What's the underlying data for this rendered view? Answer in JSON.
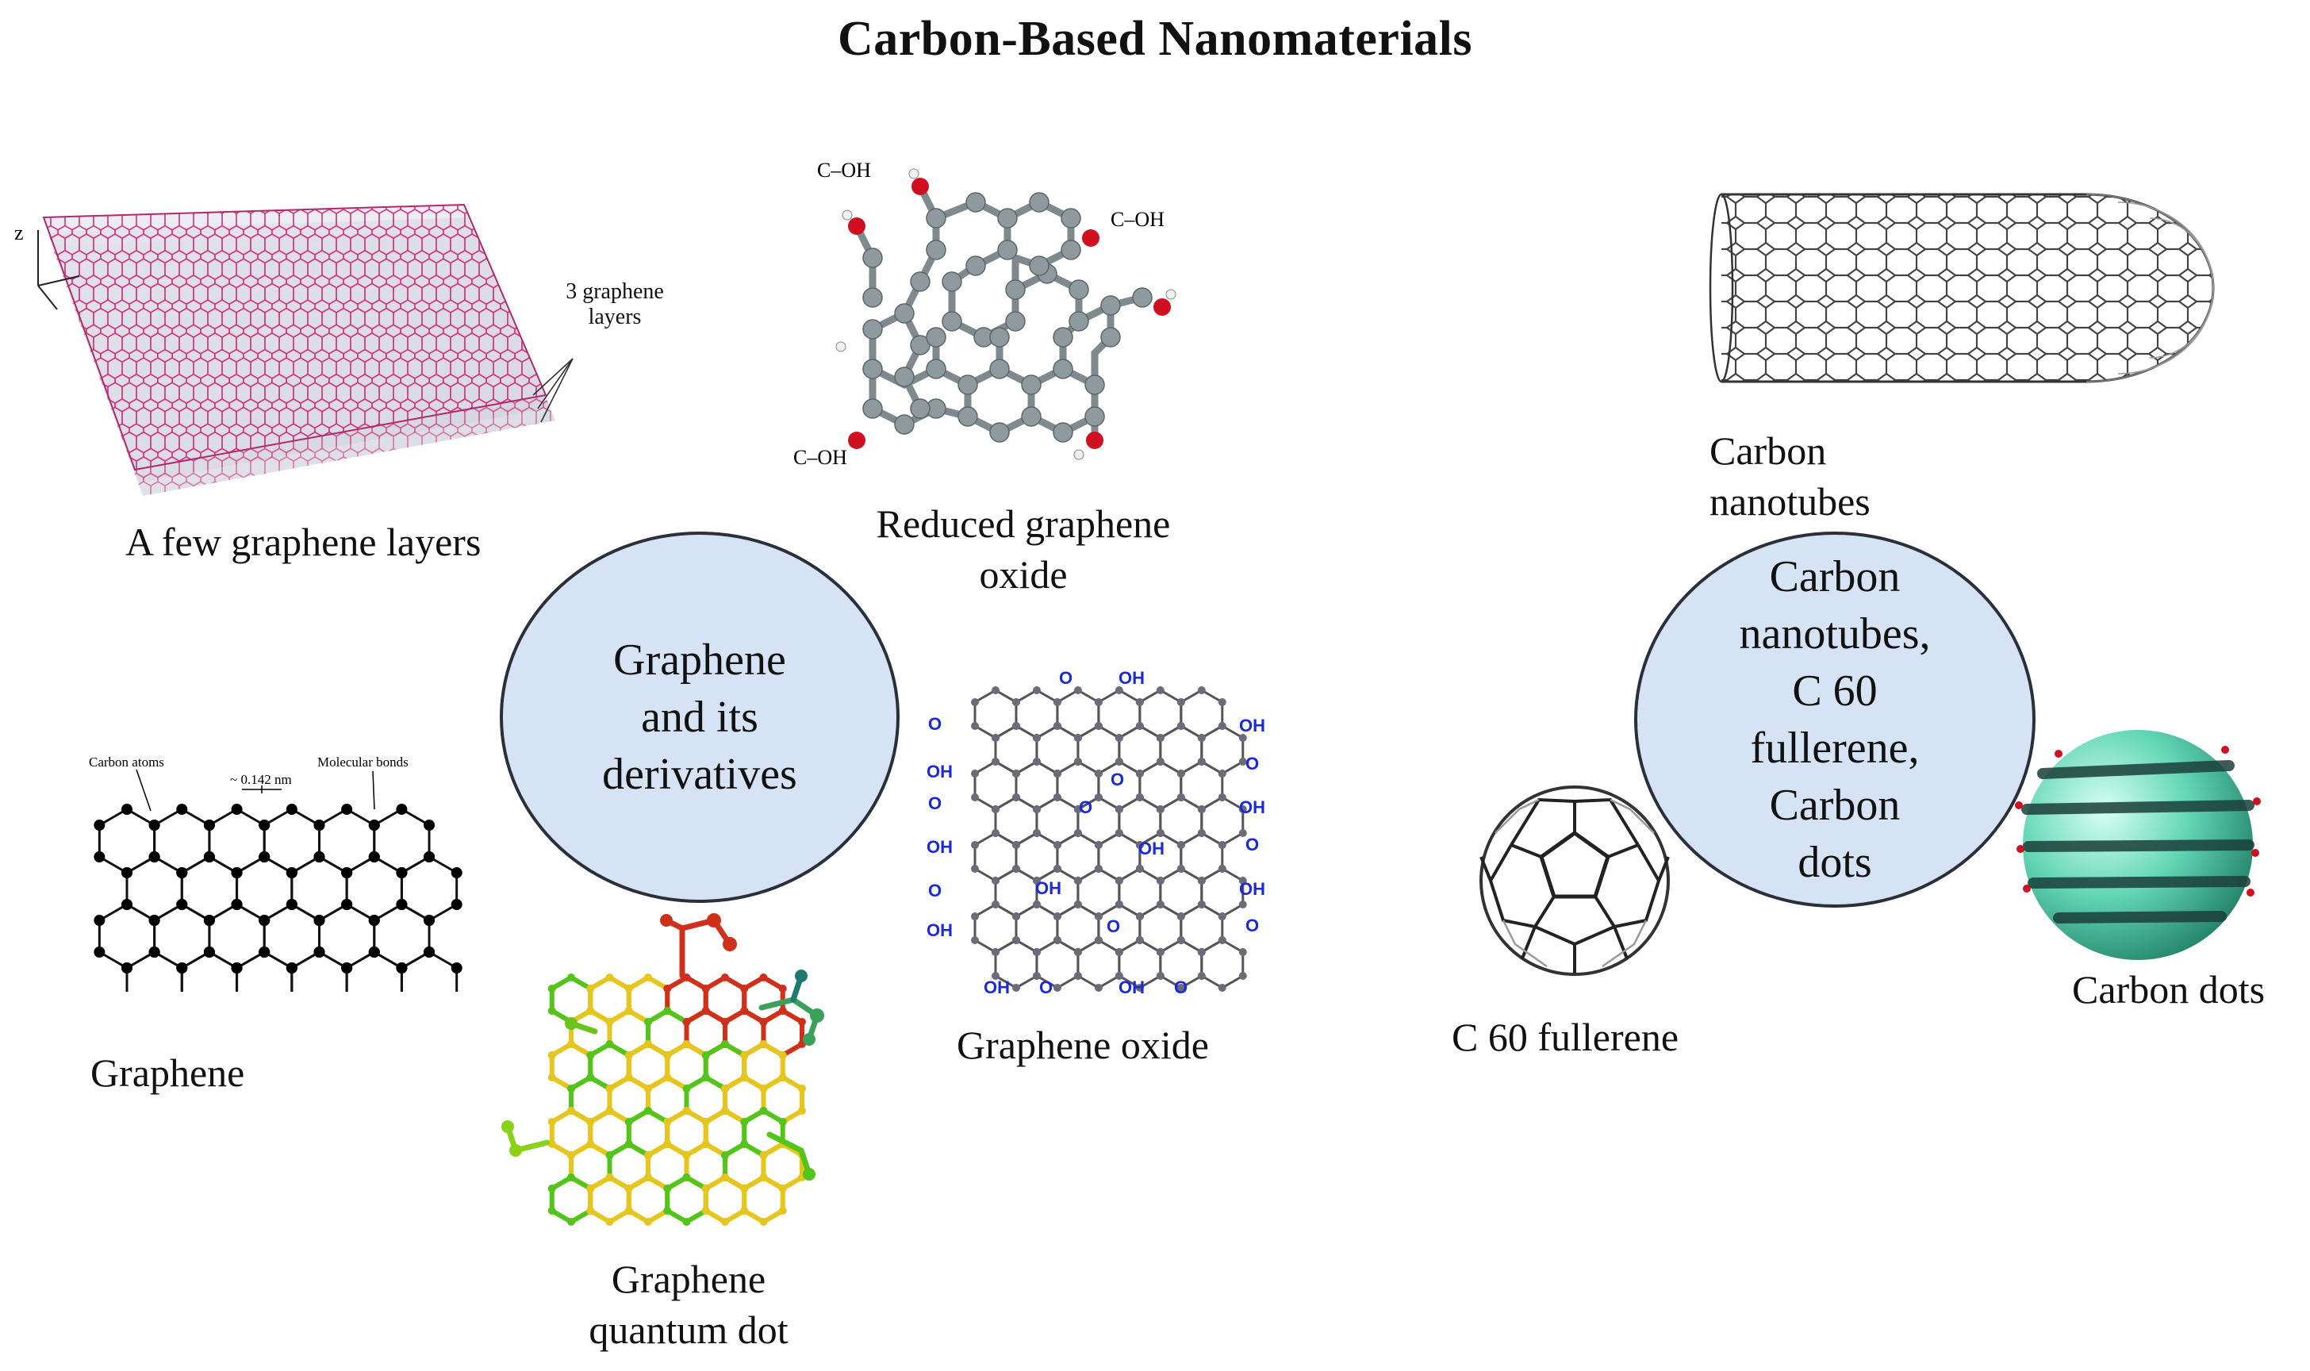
{
  "title": "Carbon-Based Nanomaterials",
  "groups": {
    "graphene": "Graphene\nand its\nderivatives",
    "carbon": "Carbon\nnanotubes,\nC 60\nfullerene,\nCarbon\ndots"
  },
  "captions": {
    "few_layers": "A few graphene layers",
    "reduced_go": "Reduced graphene\noxide",
    "graphene": "Graphene",
    "graphene_oxide": "Graphene oxide",
    "quantum_dot": "Graphene\nquantum dot",
    "nanotubes": "Carbon\nnanotubes",
    "fullerene": "C 60 fullerene",
    "carbon_dots": "Carbon dots"
  },
  "annotations": {
    "three_layers": "3 graphene\nlayers",
    "z_axis": "z",
    "carbon_atoms": "Carbon atoms",
    "bond_length": "~ 0.142 nm",
    "molecular_bonds": "Molecular bonds",
    "c_oh": "C–OH",
    "oh": "OH",
    "o": "O"
  },
  "colors": {
    "bubble_fill": "#d6e3f5",
    "bubble_stroke": "#2b2f3a",
    "layer_edge": "#d0307a",
    "layer_node": "#5a5fc8",
    "rgo_atom": "#8e9a9e",
    "rgo_oxygen": "#d01020",
    "go_label": "#1a2ad8",
    "gqd_yellow": "#e6c51c",
    "gqd_green": "#52c41a",
    "gqd_red": "#d0301a",
    "cdot_fill": "#62d6b4"
  }
}
